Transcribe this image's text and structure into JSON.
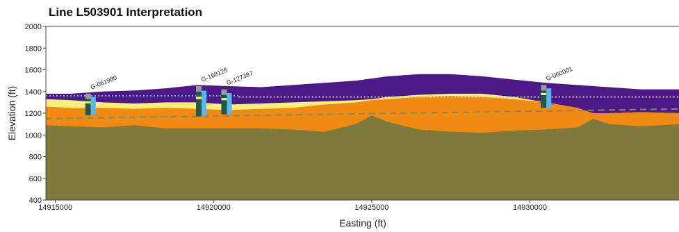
{
  "chart_data": {
    "type": "area",
    "title": "Line L503901 Interpretation",
    "xlabel": "Easting (ft)",
    "ylabel": "Elevation (ft)",
    "xlim": [
      14914700,
      14934800
    ],
    "ylim": [
      400,
      2000
    ],
    "x_ticks": [
      {
        "value": 14915000,
        "label": "14915000"
      },
      {
        "value": 14920000,
        "label": "14920000"
      },
      {
        "value": 14925000,
        "label": "14925000"
      },
      {
        "value": 14930000,
        "label": "14930000"
      }
    ],
    "y_ticks": [
      {
        "value": 2000,
        "label": "2000"
      },
      {
        "value": 1800,
        "label": "1800"
      },
      {
        "value": 1600,
        "label": "1600"
      },
      {
        "value": 1400,
        "label": "1400"
      },
      {
        "value": 1200,
        "label": "1200"
      },
      {
        "value": 1000,
        "label": "1000"
      },
      {
        "value": 800,
        "label": "800"
      },
      {
        "value": 600,
        "label": "600"
      },
      {
        "value": 400,
        "label": "400"
      }
    ],
    "x": [
      14914700,
      14915500,
      14916500,
      14917500,
      14918500,
      14919500,
      14920500,
      14921500,
      14922500,
      14923500,
      14924500,
      14925000,
      14925500,
      14926500,
      14927500,
      14928500,
      14929500,
      14930500,
      14931500,
      14932000,
      14932500,
      14933500,
      14934800
    ],
    "layers": [
      {
        "color": "#4b1a86",
        "top": [
          1380,
          1380,
          1400,
          1410,
          1430,
          1460,
          1450,
          1440,
          1460,
          1480,
          1500,
          1520,
          1540,
          1560,
          1560,
          1540,
          1510,
          1480,
          1460,
          1450,
          1440,
          1420,
          1420
        ]
      },
      {
        "color": "#f5f07a",
        "top": [
          1330,
          1320,
          1300,
          1290,
          1300,
          1300,
          1280,
          1290,
          1300,
          1310,
          1320,
          1330,
          1350,
          1370,
          1380,
          1380,
          1350,
          1300,
          1250,
          1200,
          1200,
          1210,
          1200
        ]
      },
      {
        "color": "#f08a12",
        "top": [
          1260,
          1250,
          1250,
          1240,
          1250,
          1240,
          1230,
          1240,
          1250,
          1280,
          1300,
          1320,
          1330,
          1350,
          1360,
          1350,
          1330,
          1300,
          1250,
          1200,
          1200,
          1210,
          1200
        ]
      },
      {
        "color": "#7d7a3c",
        "top": [
          1090,
          1080,
          1070,
          1090,
          1060,
          1060,
          1060,
          1060,
          1050,
          1030,
          1100,
          1180,
          1120,
          1050,
          1030,
          1020,
          1040,
          1050,
          1070,
          1150,
          1100,
          1080,
          1100
        ]
      }
    ],
    "reference_lines": [
      {
        "color": "#5fb8ff",
        "style": "dotted",
        "x_range": [
          14914700,
          14920800
        ],
        "y": 1360
      },
      {
        "color": "#c9c9c9",
        "style": "dotted",
        "x_range": [
          14920800,
          14934800
        ],
        "y": 1350
      },
      {
        "color": "#8a8a5a",
        "style": "dashed",
        "x_range": [
          14914700,
          14934800
        ],
        "y_start": 1150,
        "y_end": 1240
      }
    ],
    "wells": [
      {
        "name": "G-061980",
        "x": 14916100,
        "top": 1380,
        "bottom": 1180
      },
      {
        "name": "G-168125",
        "x": 14919600,
        "top": 1450,
        "bottom": 1170
      },
      {
        "name": "G-127387",
        "x": 14920400,
        "top": 1420,
        "bottom": 1190
      },
      {
        "name": "G-060001",
        "x": 14930500,
        "top": 1460,
        "bottom": 1250
      }
    ],
    "grid": false
  }
}
